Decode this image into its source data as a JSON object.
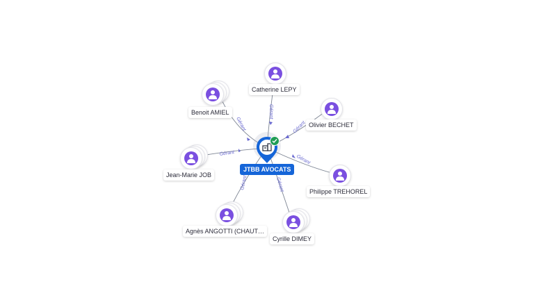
{
  "company": {
    "name": "JTBB AVOCATS",
    "icon": "building-icon",
    "verified_icon": "check-icon"
  },
  "edge_label": "Gérant",
  "people": [
    {
      "id": "benoit",
      "name": "Benoit AMIEL",
      "stacked": true
    },
    {
      "id": "catherine",
      "name": "Catherine LEPY",
      "stacked": false
    },
    {
      "id": "olivier",
      "name": "Olivier BECHET",
      "stacked": false
    },
    {
      "id": "jeanmarie",
      "name": "Jean-Marie JOB",
      "stacked": true
    },
    {
      "id": "philippe",
      "name": "Philippe TREHOREL",
      "stacked": false
    },
    {
      "id": "agnes",
      "name": "Agnès ANGOTTI (CHAUT…",
      "stacked": true
    },
    {
      "id": "cyrille",
      "name": "Cyrille DIMEY",
      "stacked": true
    }
  ],
  "colors": {
    "accent": "#1565d8",
    "avatar": "#7a4fe0",
    "verified": "#1f9d55",
    "edge": "#7d8593",
    "edge_label": "#6a6ad0"
  }
}
